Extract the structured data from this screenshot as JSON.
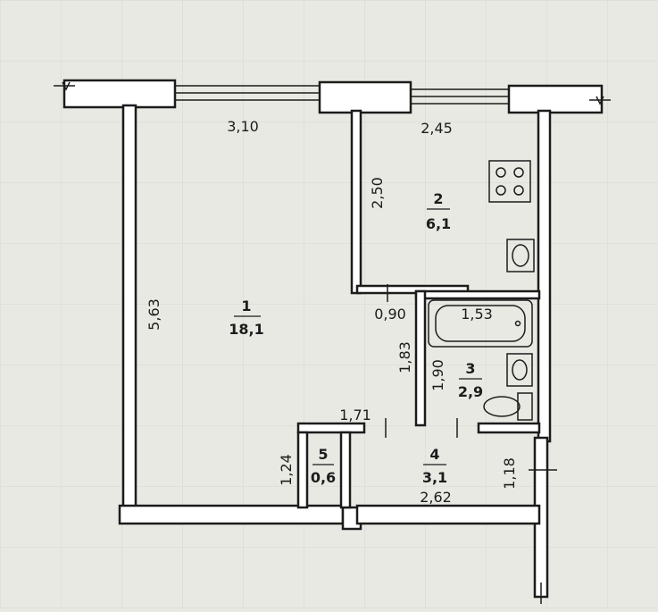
{
  "rooms": [
    {
      "number": "1",
      "area": "18,1"
    },
    {
      "number": "2",
      "area": "6,1"
    },
    {
      "number": "3",
      "area": "2,9"
    },
    {
      "number": "4",
      "area": "3,1"
    },
    {
      "number": "5",
      "area": "0,6"
    }
  ],
  "dimensions": {
    "room1_width": "3,10",
    "room1_length": "5,63",
    "room2_width": "2,45",
    "room2_length": "2,50",
    "room2_door": "0,90",
    "room3_width": "1,53",
    "room3_length_outer": "1,83",
    "room3_length_inner": "1,90",
    "room4_top": "1,71",
    "room4_width": "2,62",
    "room4_length": "1,18",
    "room5_length": "1,24"
  },
  "colors": {
    "background": "#e9e9e4",
    "wall_fill": "#ffffff",
    "line": "#1c1c1c",
    "grid": "#d6d6d0"
  }
}
